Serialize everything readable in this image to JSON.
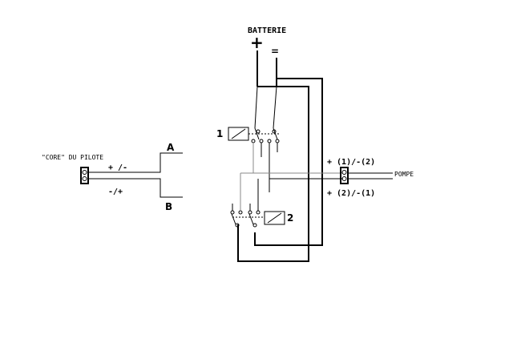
{
  "labels": {
    "batterie": "BATTERIE",
    "plus_symbol": "+",
    "minus_symbol": "=",
    "core_pilote": "\"CORE\" DU PILOTE",
    "plus_minus": "+ /-",
    "minus_plus": "-/+",
    "point_a": "A",
    "point_b": "B",
    "relay1": "1",
    "relay2": "2",
    "pompe_plus": "+ (1)/-(2)",
    "pompe": "POMPE",
    "pompe_minus": "+ (2)/-(1)"
  },
  "colors": {
    "wire": "#000000",
    "wire_gray": "#888888",
    "background": "#ffffff"
  }
}
